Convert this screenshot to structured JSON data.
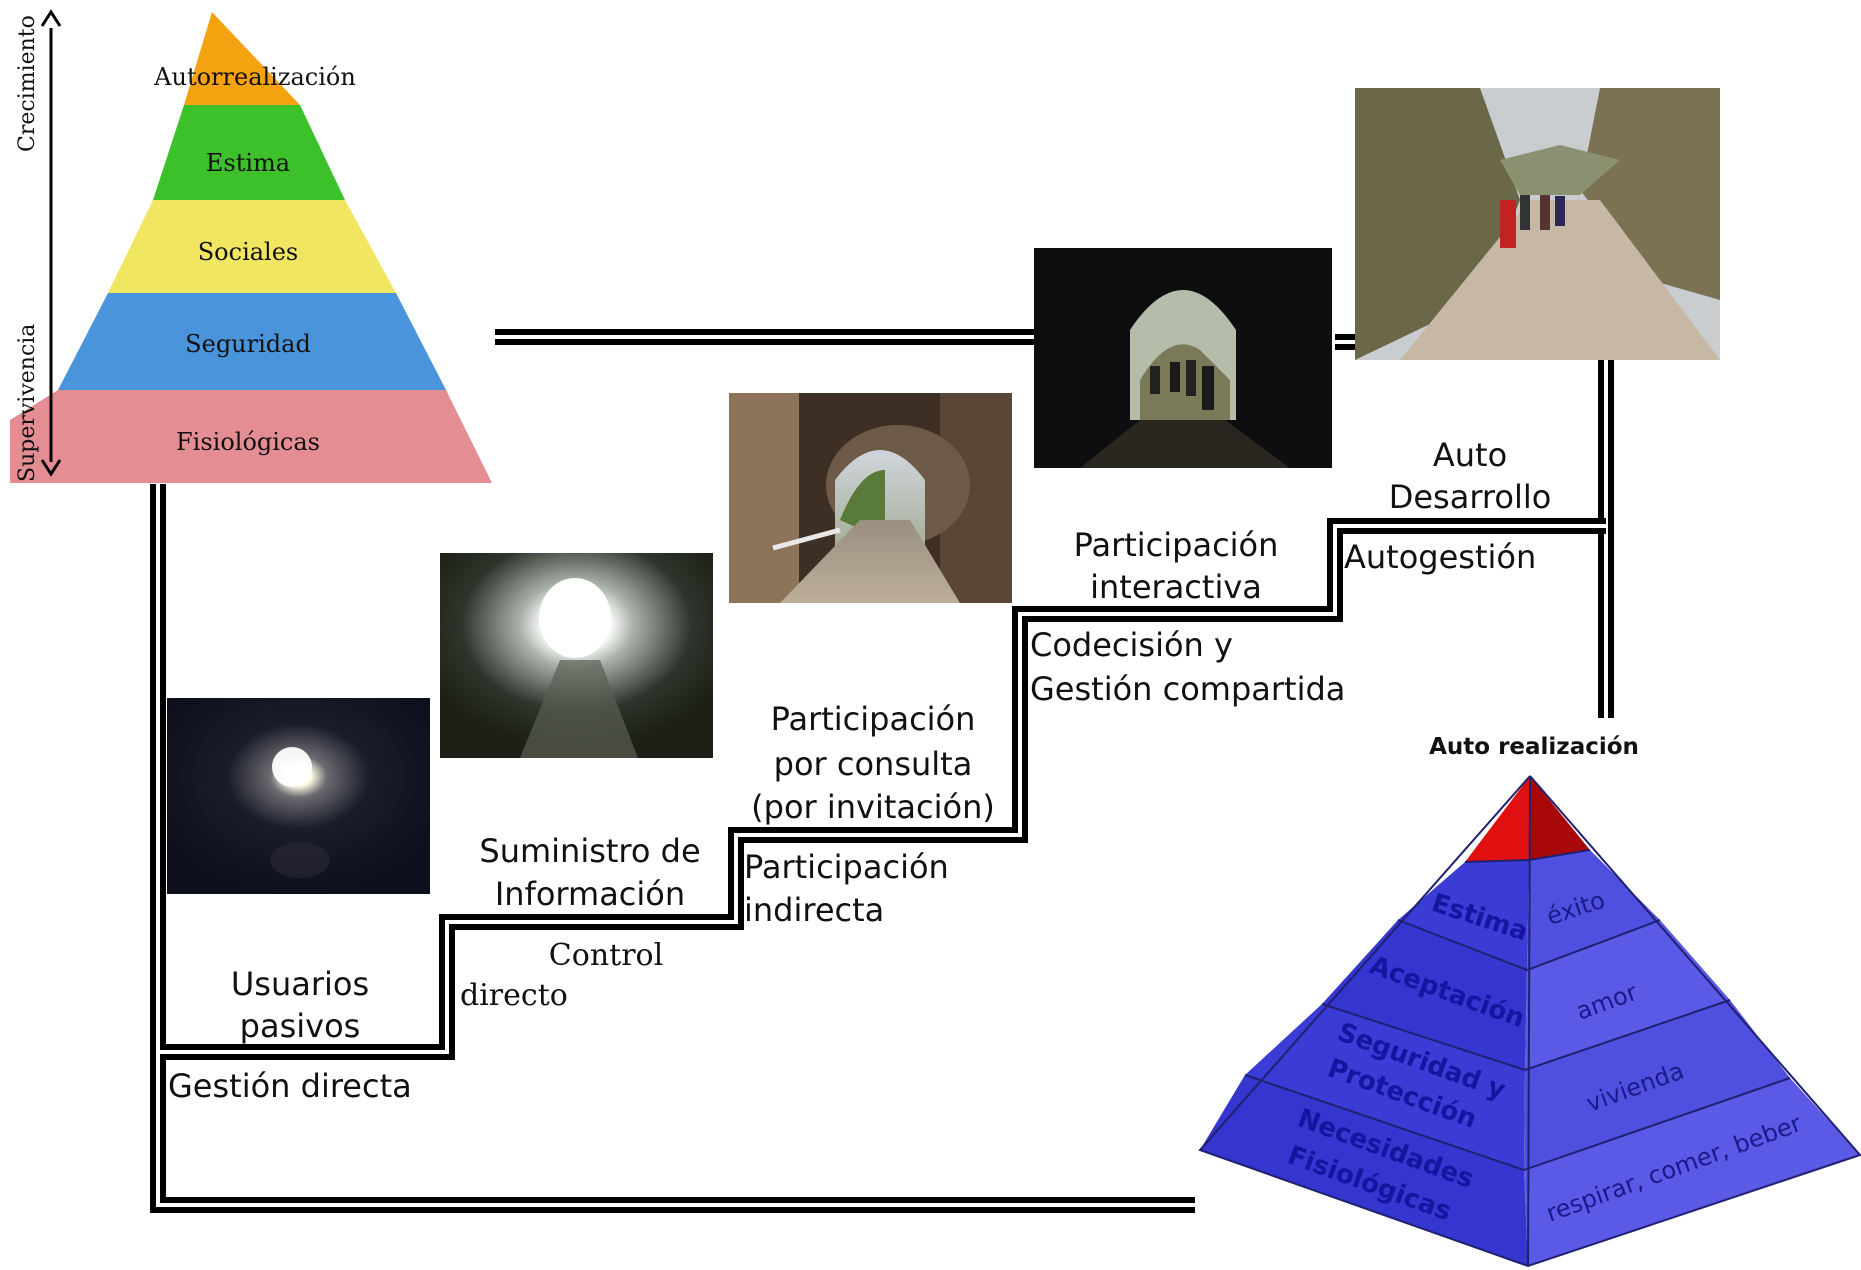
{
  "left_pyramid": {
    "levels": [
      "Autorrealización",
      "Estima",
      "Sociales",
      "Seguridad",
      "Fisiológicas"
    ],
    "colors": [
      "#f4a20f",
      "#3cc12a",
      "#f0e661",
      "#4a94dc",
      "#e48e94"
    ],
    "axis_top_label": "Crecimiento",
    "axis_bottom_label": "Supervivencia"
  },
  "staircase": {
    "steps_upper": [
      "Usuarios",
      "pasivos",
      "Suministro de",
      "Información",
      "Participación",
      "por consulta",
      "(por invitación)",
      "Participación",
      "interactiva",
      "Auto",
      "Desarrollo"
    ],
    "steps_lower": [
      "Gestión directa",
      "Control",
      "directo",
      "Participación",
      "indirecta",
      "Codecisión y",
      "Gestión compartida",
      "Autogestión"
    ]
  },
  "right_pyramid": {
    "title": "Auto realización",
    "left_faces": [
      "Estima",
      "Aceptación",
      "Seguridad y",
      "Protección",
      "Necesidades",
      "Fisiológicas"
    ],
    "right_faces": [
      "éxito",
      "amor",
      "vivienda",
      "respirar, comer, beber"
    ],
    "colors": {
      "face_left": "#3b3bd6",
      "face_right": "#5a5ae6",
      "top": "#e01010",
      "text_left": "#1515a0",
      "text_right": "#1a1a8a"
    }
  },
  "photos": [
    "dark-tunnel-light-photo",
    "bright-tunnel-exit-photo",
    "tunnel-road-photo",
    "tunnel-hikers-photo",
    "hikers-on-path-photo"
  ]
}
